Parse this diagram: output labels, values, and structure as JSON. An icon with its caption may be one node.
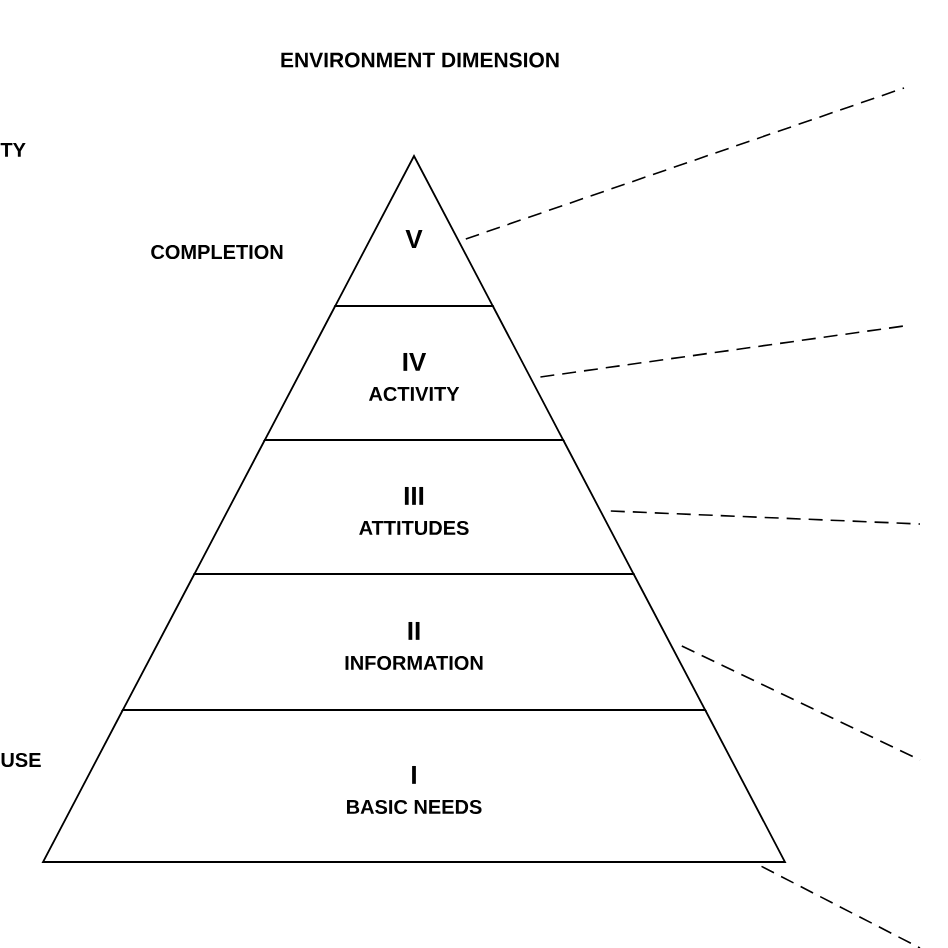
{
  "diagram": {
    "title": "ENVIRONMENT DIMENSION",
    "nodes": [
      {
        "text": [
          "V"
        ],
        "beside": [
          "COMPLETION"
        ]
      },
      {
        "text": [
          "IV",
          "ACTIVITY"
        ]
      },
      {
        "text": [
          "III",
          "ATTITUDES"
        ]
      },
      {
        "text": [
          "II",
          "INFORMATION"
        ]
      },
      {
        "text": [
          "I",
          "BASIC NEEDS"
        ]
      }
    ],
    "edges": [
      {
        "from": 0,
        "to": null,
        "arrow": "none",
        "style": "dashed"
      },
      {
        "from": 1,
        "to": null,
        "arrow": "none",
        "style": "dashed"
      },
      {
        "from": 2,
        "to": null,
        "arrow": "none",
        "style": "dashed"
      },
      {
        "from": 3,
        "to": null,
        "arrow": "none",
        "style": "dashed"
      },
      {
        "from": 4,
        "to": null,
        "arrow": "none",
        "style": "dashed"
      }
    ],
    "labels": [
      "TY",
      "USE"
    ]
  }
}
